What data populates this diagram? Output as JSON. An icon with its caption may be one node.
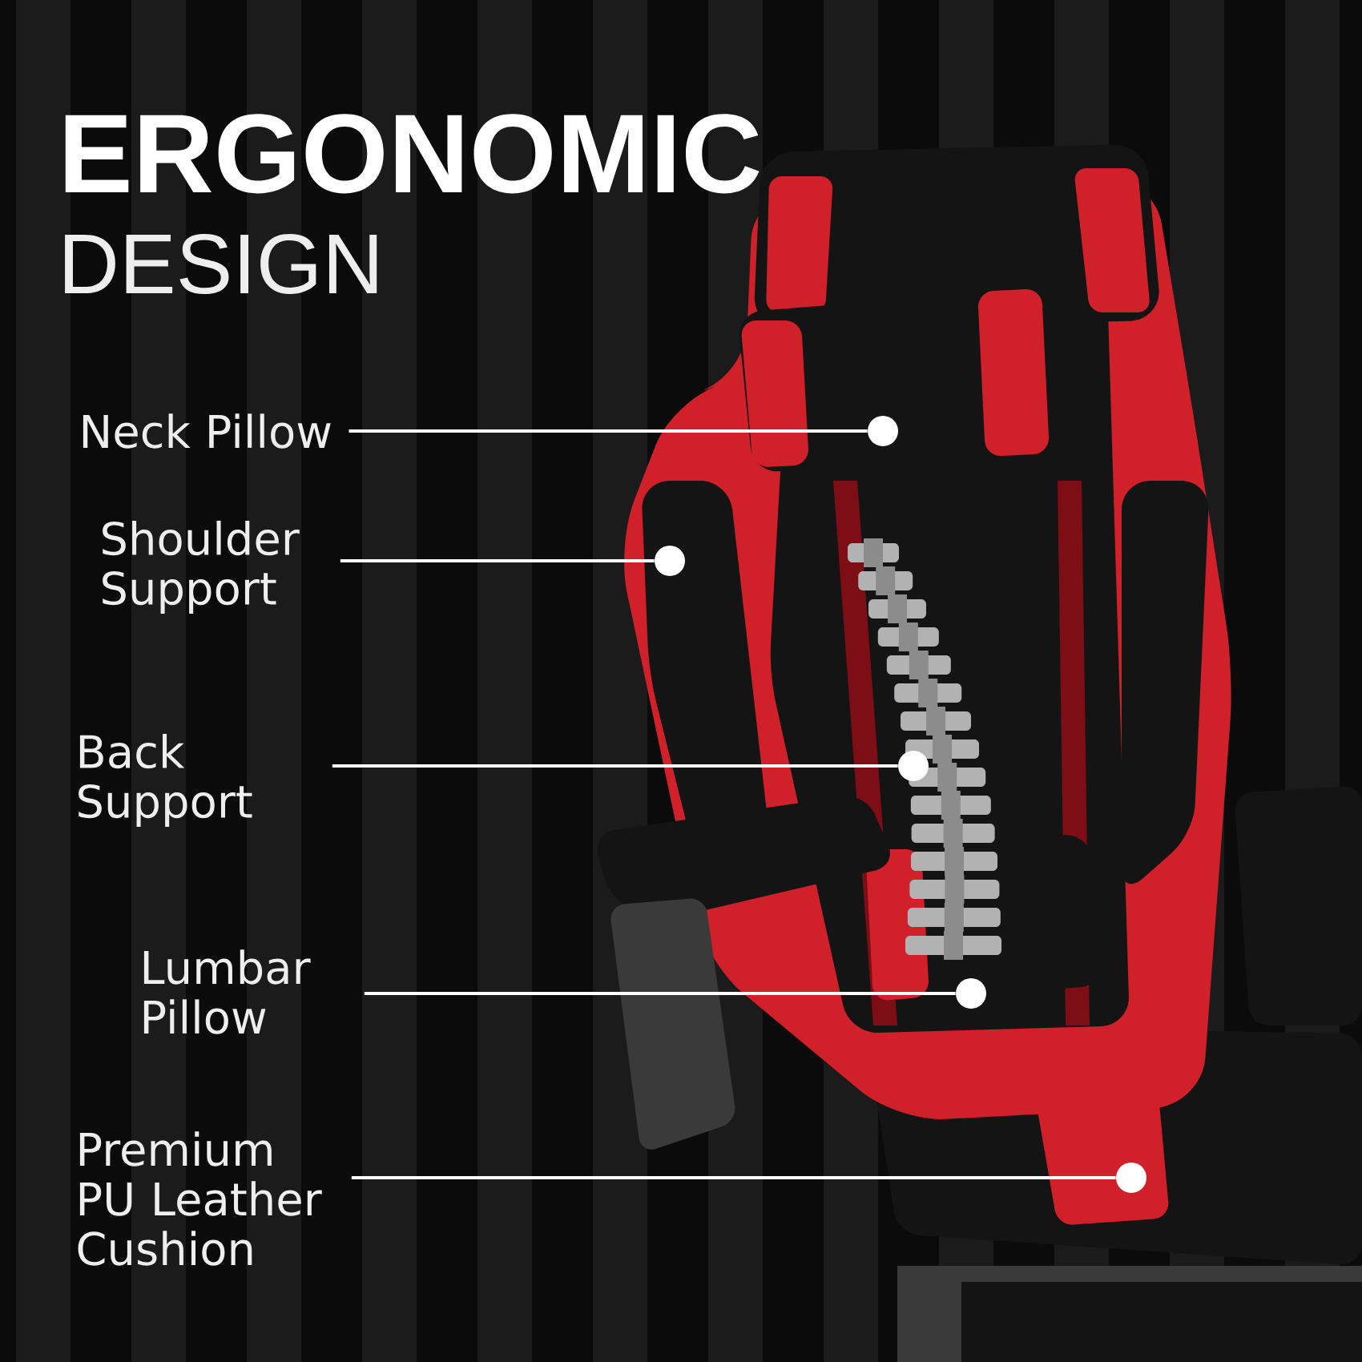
{
  "diagram": {
    "nodes": [
      {
        "text": [
          "Neck Pillow"
        ]
      },
      {
        "text": [
          "Shoulder Support"
        ]
      },
      {
        "text": [
          "Back Support"
        ]
      },
      {
        "text": [
          "Lumbar Pillow"
        ]
      },
      {
        "text": [
          "Premium PU Leather Cushion"
        ]
      },
      {
        "text": [],
        "shape": "circle"
      },
      {
        "text": [],
        "shape": "circle"
      },
      {
        "text": [],
        "shape": "circle"
      },
      {
        "text": [],
        "shape": "circle"
      },
      {
        "text": [],
        "shape": "circle"
      }
    ],
    "edges": [
      {
        "from": 0,
        "to": 5,
        "arrow": "none"
      },
      {
        "from": 1,
        "to": 6,
        "arrow": "none"
      },
      {
        "from": 2,
        "to": 7,
        "arrow": "none"
      },
      {
        "from": 3,
        "to": 8,
        "arrow": "none"
      },
      {
        "from": 4,
        "to": 9,
        "arrow": "none"
      }
    ],
    "labels": [
      "ERGONOMIC",
      "DESIGN"
    ]
  }
}
